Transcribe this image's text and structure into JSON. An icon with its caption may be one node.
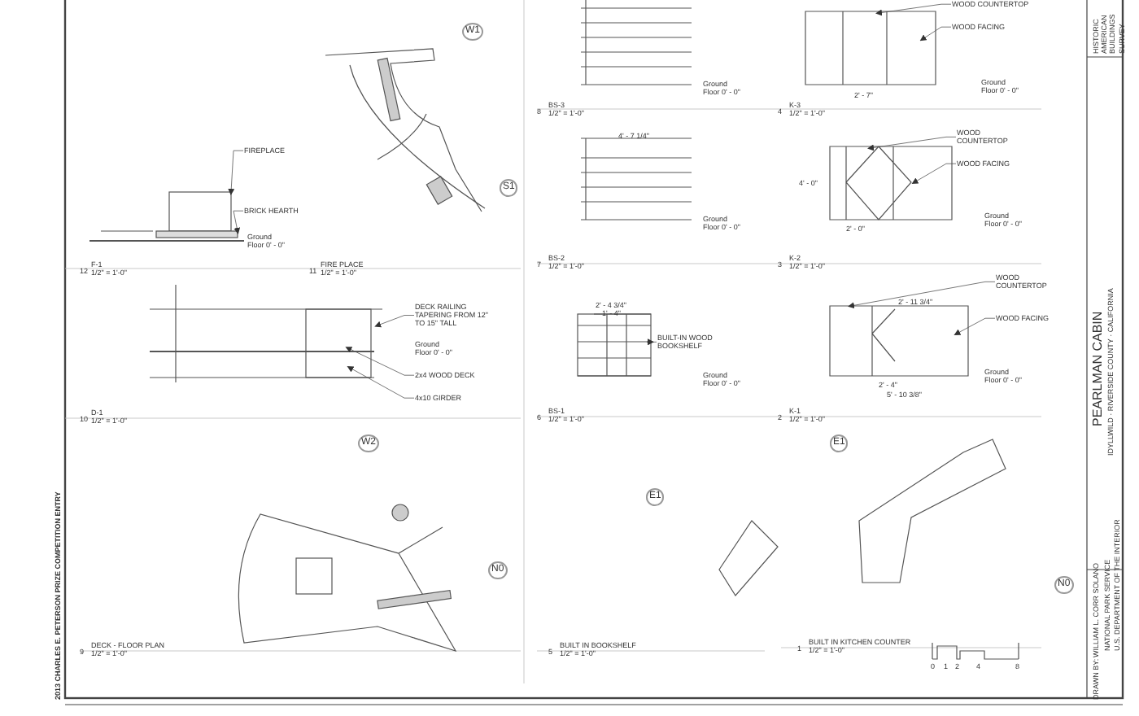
{
  "diagram": {
    "title": "PEARLMAN CABIN",
    "nodes": [
      {
        "text": [
          "FIREPLACE"
        ]
      },
      {
        "text": [
          "BRICK HEARTH"
        ]
      },
      {
        "text": [
          "DECK RAILING TAPERING FROM 12\" TO 15\" TALL"
        ]
      },
      {
        "text": [
          "2x4 WOOD DECK"
        ]
      },
      {
        "text": [
          "4x10 GIRDER"
        ]
      },
      {
        "text": [
          "WOOD COUNTERTOP"
        ]
      },
      {
        "text": [
          "WOOD FACING"
        ]
      },
      {
        "text": [
          "WOOD COUNTERTOP"
        ]
      },
      {
        "text": [
          "WOOD FACING"
        ]
      },
      {
        "text": [
          "WOOD COUNTERTOP"
        ]
      },
      {
        "text": [
          "WOOD FACING"
        ]
      },
      {
        "text": [
          "BUILT-IN WOOD BOOKSHELF"
        ]
      },
      {
        "text": [],
        "shape": "box"
      },
      {
        "text": [],
        "shape": "bar"
      },
      {
        "text": [],
        "shape": "box"
      }
    ],
    "edges": [
      {
        "from": 0,
        "to": 12,
        "arrow": "to"
      },
      {
        "from": 1,
        "to": 13,
        "arrow": "to"
      },
      {
        "from": 2,
        "to": null,
        "arrow": "to"
      },
      {
        "from": 3,
        "to": null,
        "arrow": "to"
      },
      {
        "from": 4,
        "to": null,
        "arrow": "to"
      },
      {
        "from": 5,
        "to": null,
        "arrow": "to"
      },
      {
        "from": 6,
        "to": null,
        "arrow": "to"
      },
      {
        "from": 7,
        "to": null,
        "arrow": "to"
      },
      {
        "from": 8,
        "to": null,
        "arrow": "to"
      },
      {
        "from": 9,
        "to": null,
        "arrow": "to"
      },
      {
        "from": 10,
        "to": null,
        "arrow": "to"
      },
      {
        "from": 11,
        "to": 14,
        "arrow": "to"
      }
    ],
    "labels": [
      "W1",
      "S1",
      "Ground Floor 0' - 0\"",
      "Ground Floor 0' - 0\"",
      "Ground Floor 0' - 0\"",
      "Ground Floor 0' - 0\"",
      "Ground Floor 0' - 0\"",
      "Ground Floor 0' - 0\"",
      "Ground Floor 0' - 0\"",
      "Ground Floor 0' - 0\"",
      "12",
      "F-1",
      "1/2\" = 1'-0\"",
      "11",
      "FIRE PLACE",
      "1/2\" = 1'-0\"",
      "10",
      "D-1",
      "1/2\" = 1'-0\"",
      "9",
      "DECK - FLOOR PLAN",
      "1/2\" = 1'-0\"",
      "8",
      "BS-3",
      "1/2\" = 1'-0\"",
      "7",
      "BS-2",
      "1/2\" = 1'-0\"",
      "6",
      "BS-1",
      "1/2\" = 1'-0\"",
      "5",
      "BUILT IN BOOKSHELF",
      "1/2\" = 1'-0\"",
      "4",
      "K-3",
      "1/2\" = 1'-0\"",
      "3",
      "K-2",
      "1/2\" = 1'-0\"",
      "2",
      "K-1",
      "1/2\" = 1'-0\"",
      "1",
      "BUILT IN KITCHEN COUNTER",
      "1/2\" = 1'-0\"",
      "W2",
      "N0",
      "E1",
      "E1",
      "N0",
      "4' - 7 1/4\"",
      "2' - 7\"",
      "4' - 0\"",
      "2' - 0\"",
      "2' - 11 3/4\"",
      "2' - 4\"",
      "5' - 10 3/8\"",
      "2' - 4 3/4\"",
      "1' - 4\"",
      "0",
      "1",
      "2",
      "4",
      "8",
      "DRAWN BY:",
      "WILLIAM L. CORR SOLANO",
      "NATIONAL PARK SERVICE",
      "U.S. DEPARTMENT OF THE INTERIOR",
      "IDYLLWILD · RIVERSIDE COUNTY · CALIFORNIA",
      "HISTORIC AMERICAN BUILDINGS SURVEY",
      "2013 CHARLES E. PETERSON PRIZE COMPETITION ENTRY"
    ]
  }
}
